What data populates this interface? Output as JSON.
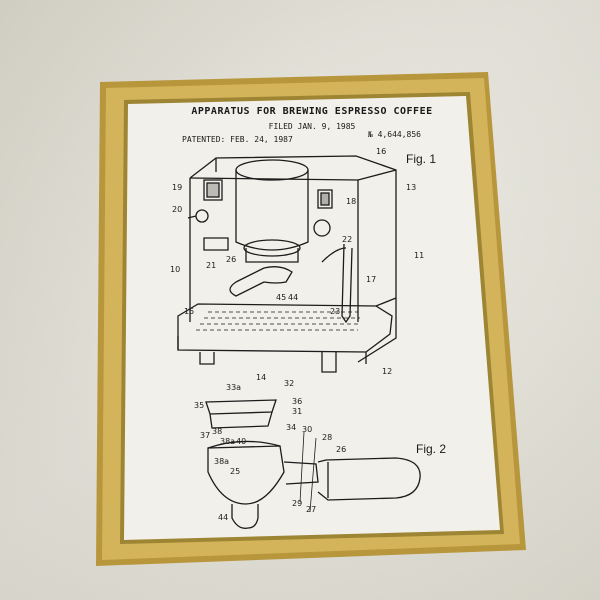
{
  "poster": {
    "title": "APPARATUS FOR BREWING ESPRESSO COFFEE",
    "filed": "FILED JAN. 9, 1985",
    "patented": "PATENTED: FEB. 24, 1987",
    "number": "№ 4,644,856",
    "fig1_label": "Fig. 1",
    "fig2_label": "Fig. 2"
  },
  "colors": {
    "frame_gold": "#c9a94a",
    "frame_dark": "#9e7e2c",
    "paper": "#f1efe8",
    "ink": "#1c1c1c"
  }
}
